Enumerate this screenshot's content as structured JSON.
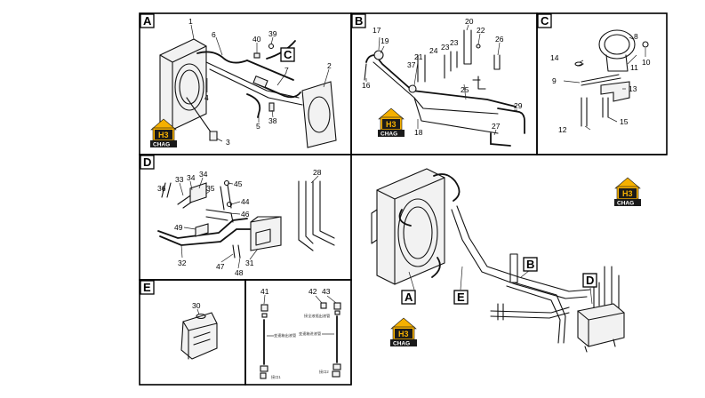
{
  "sections": {
    "A": {
      "label": "A"
    },
    "B": {
      "label": "B"
    },
    "C": {
      "label": "C"
    },
    "D": {
      "label": "D"
    },
    "E": {
      "label": "E"
    },
    "F": {
      "label": ""
    }
  },
  "main_view_labels": {
    "A": "A",
    "B": "B",
    "D": "D",
    "E": "E"
  },
  "section_a_inner_label": "C",
  "logo": {
    "letters": "H3",
    "word": "CHAG",
    "brand_color": "#f5b000",
    "dark_color": "#1a1a1a"
  },
  "callouts": {
    "n1": "1",
    "n2": "2",
    "n3": "3",
    "n4": "4",
    "n5": "5",
    "n6": "6",
    "n7": "7",
    "n8": "8",
    "n9": "9",
    "n10": "10",
    "n11": "11",
    "n12": "12",
    "n13": "13",
    "n14": "14",
    "n15": "15",
    "n16": "16",
    "n17": "17",
    "n18": "18",
    "n19": "19",
    "n20": "20",
    "n21": "21",
    "n22": "22",
    "n23": "23",
    "n24": "24",
    "n25": "25",
    "n26": "26",
    "n27": "27",
    "n28": "28",
    "n29": "29",
    "n30": "30",
    "n31": "31",
    "n32": "32",
    "n33": "33",
    "n34a": "34",
    "n34b": "34",
    "n35": "35",
    "n36": "36",
    "n37": "37",
    "n38": "38",
    "n39": "39",
    "n40": "40",
    "n41": "41",
    "n42": "42",
    "n43": "43",
    "n44": "44",
    "n45": "45",
    "n46": "46",
    "n47": "47",
    "n48": "48",
    "n49": "49"
  },
  "tiny_notes": {
    "t1": "接全液瓶出液管",
    "t2": "变速箱出液管",
    "t3": "变速箱进液管",
    "t4": "接口1",
    "t5": "接口2"
  }
}
